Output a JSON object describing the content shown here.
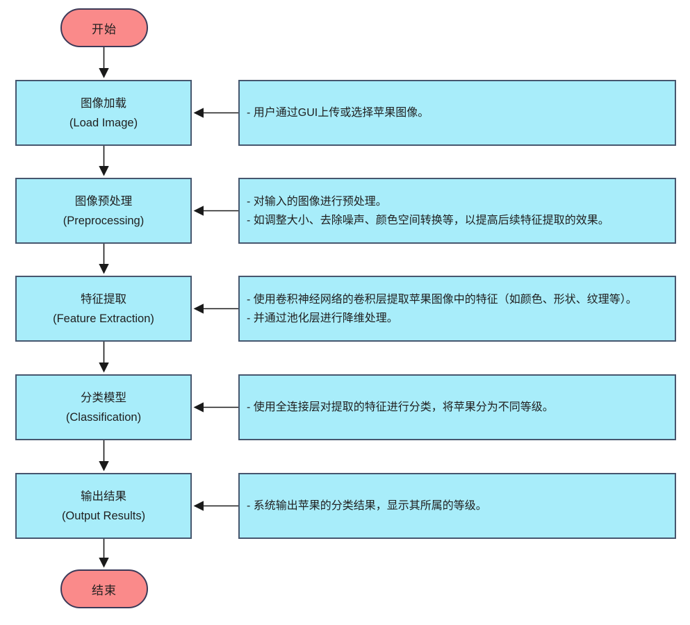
{
  "diagram": {
    "start_label": "开始",
    "end_label": "结束",
    "steps": [
      {
        "title": "图像加载",
        "subtitle": "(Load Image)",
        "notes": [
          "- 用户通过GUI上传或选择苹果图像。"
        ]
      },
      {
        "title": "图像预处理",
        "subtitle": "(Preprocessing)",
        "notes": [
          "- 对输入的图像进行预处理。",
          "- 如调整大小、去除噪声、颜色空间转换等，以提高后续特征提取的效果。"
        ]
      },
      {
        "title": "特征提取",
        "subtitle": "(Feature Extraction)",
        "notes": [
          "- 使用卷积神经网络的卷积层提取苹果图像中的特征（如颜色、形状、纹理等）。",
          "- 并通过池化层进行降维处理。"
        ]
      },
      {
        "title": "分类模型",
        "subtitle": "(Classification)",
        "notes": [
          "- 使用全连接层对提取的特征进行分类，将苹果分为不同等级。"
        ]
      },
      {
        "title": "输出结果",
        "subtitle": "(Output Results)",
        "notes": [
          "- 系统输出苹果的分类结果，显示其所属的等级。"
        ]
      }
    ],
    "colors": {
      "terminal_fill": "#FA8A8A",
      "terminal_border": "#3C3A58",
      "process_fill": "#A8EDFA",
      "process_border": "#46566E",
      "arrow": "#1a1a1a",
      "text": "#1f1f1f"
    }
  }
}
